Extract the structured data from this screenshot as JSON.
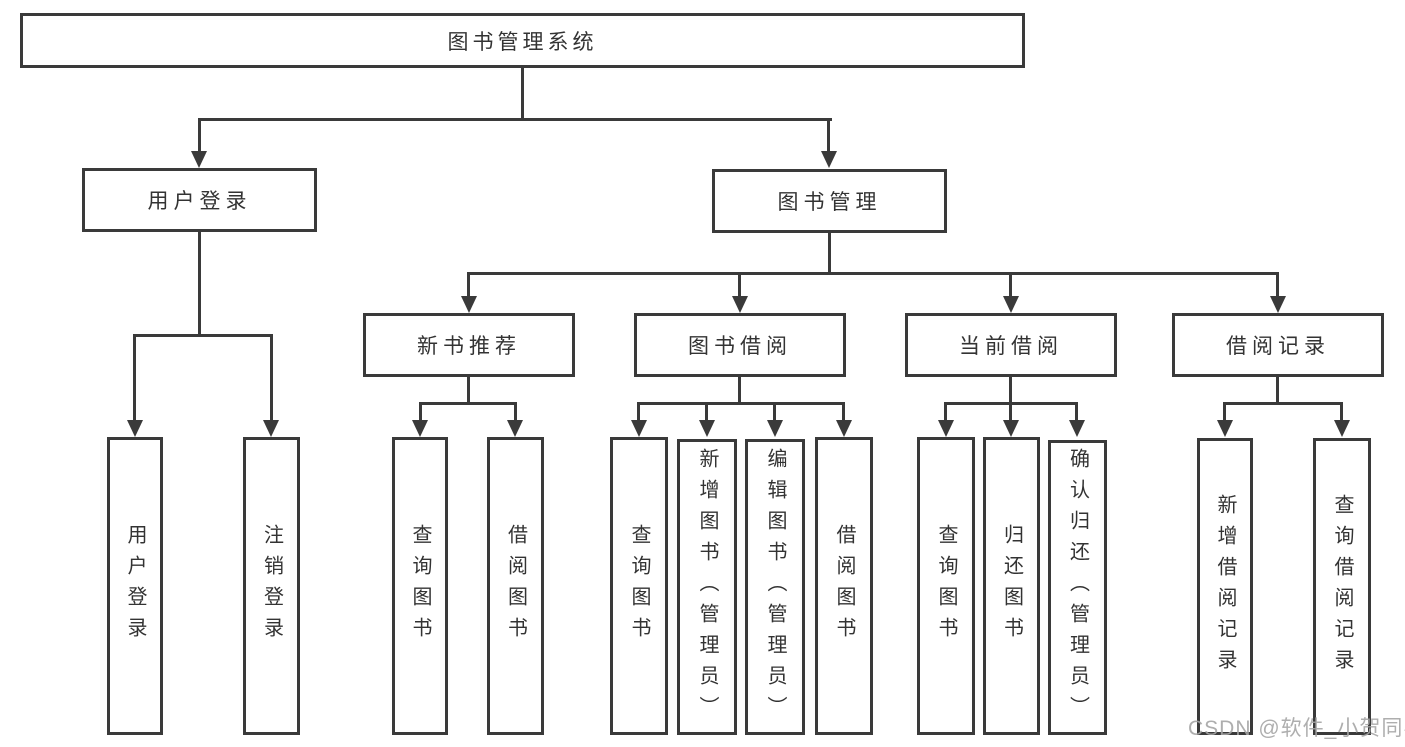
{
  "colors": {
    "line": "#3a3a3a",
    "node_border": "#3a3a3a",
    "node_background": "#ffffff",
    "text": "#333333",
    "watermark": "#a5a5a5",
    "page_background": "#ffffff"
  },
  "tree": {
    "label": "图书管理系统",
    "children": [
      {
        "label": "用户登录",
        "children": [
          {
            "label": "用户登录"
          },
          {
            "label": "注销登录"
          }
        ]
      },
      {
        "label": "图书管理",
        "children": [
          {
            "label": "新书推荐",
            "children": [
              {
                "label": "查询图书"
              },
              {
                "label": "借阅图书"
              }
            ]
          },
          {
            "label": "图书借阅",
            "children": [
              {
                "label": "查询图书"
              },
              {
                "label": "新增图书（管理员）"
              },
              {
                "label": "编辑图书（管理员）"
              },
              {
                "label": "借阅图书"
              }
            ]
          },
          {
            "label": "当前借阅",
            "children": [
              {
                "label": "查询图书"
              },
              {
                "label": "归还图书"
              },
              {
                "label": "确认归还（管理员）"
              }
            ]
          },
          {
            "label": "借阅记录",
            "children": [
              {
                "label": "新增借阅记录"
              },
              {
                "label": "查询借阅记录"
              }
            ]
          }
        ]
      }
    ]
  },
  "watermark": {
    "text": "CSDN @软件_小贺同学"
  }
}
